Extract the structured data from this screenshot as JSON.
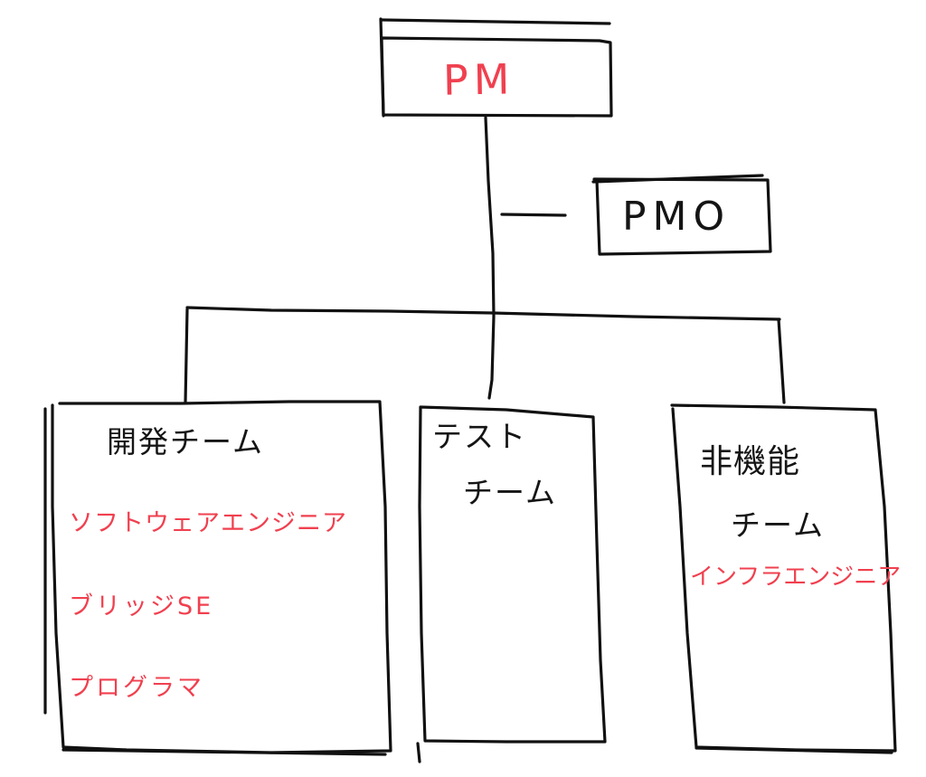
{
  "org_chart": {
    "root": {
      "label": "PM",
      "color": "#f0404f"
    },
    "staff": {
      "label": "PMO",
      "color": "#151515"
    },
    "teams": [
      {
        "title_lines": [
          "開発チーム"
        ],
        "title_color": "#151515",
        "roles": [
          "ソフトウェアエンジニア",
          "ブリッジSE",
          "プログラマ"
        ],
        "role_color": "#f0404f"
      },
      {
        "title_lines": [
          "テスト",
          "チーム"
        ],
        "title_color": "#151515",
        "roles": []
      },
      {
        "title_lines": [
          "非機能",
          "チーム"
        ],
        "title_color": "#151515",
        "roles": [
          "インフラエンジニア"
        ],
        "role_color": "#f0404f"
      }
    ]
  }
}
